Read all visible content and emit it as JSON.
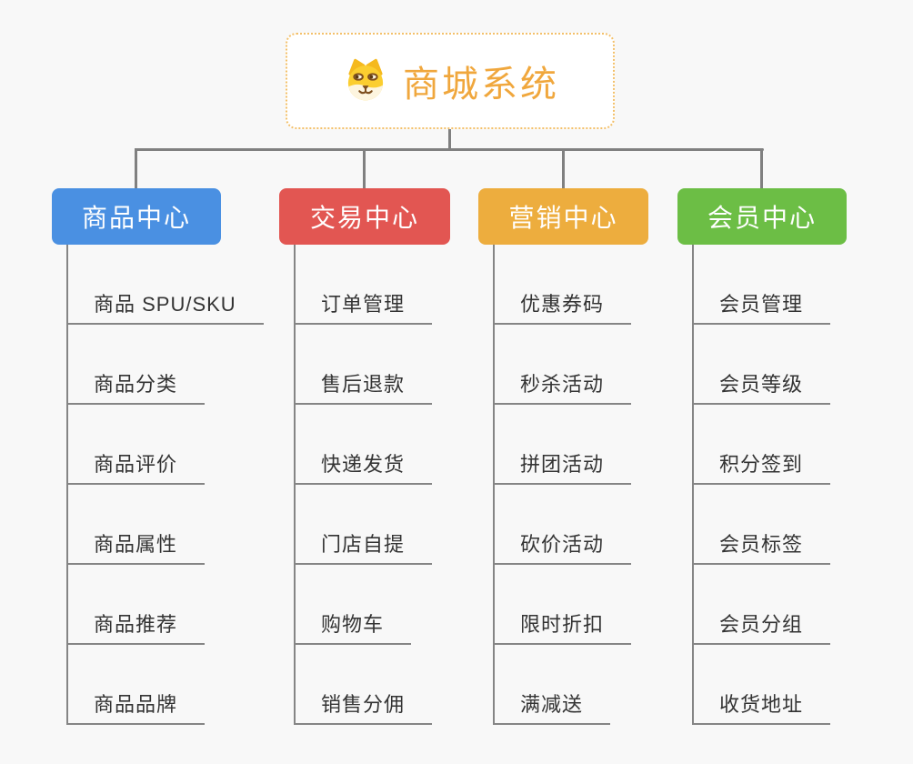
{
  "root": {
    "title": "商城系统",
    "icon": "dog-face-icon"
  },
  "branches": [
    {
      "label": "商品中心",
      "color": "#4A90E2",
      "items": [
        "商品 SPU/SKU",
        "商品分类",
        "商品评价",
        "商品属性",
        "商品推荐",
        "商品品牌"
      ]
    },
    {
      "label": "交易中心",
      "color": "#E25652",
      "items": [
        "订单管理",
        "售后退款",
        "快递发货",
        "门店自提",
        "购物车",
        "销售分佣"
      ]
    },
    {
      "label": "营销中心",
      "color": "#EDAD3E",
      "items": [
        "优惠券码",
        "秒杀活动",
        "拼团活动",
        "砍价活动",
        "限时折扣",
        "满减送"
      ]
    },
    {
      "label": "会员中心",
      "color": "#6CBE45",
      "items": [
        "会员管理",
        "会员等级",
        "积分签到",
        "会员标签",
        "会员分组",
        "收货地址"
      ]
    }
  ],
  "colors": {
    "background": "#F8F8F8",
    "connector": "#808080",
    "leaf_line": "#858585",
    "root_text": "#F0A73D",
    "root_border": "#F3C06A",
    "leaf_text": "#333333"
  }
}
